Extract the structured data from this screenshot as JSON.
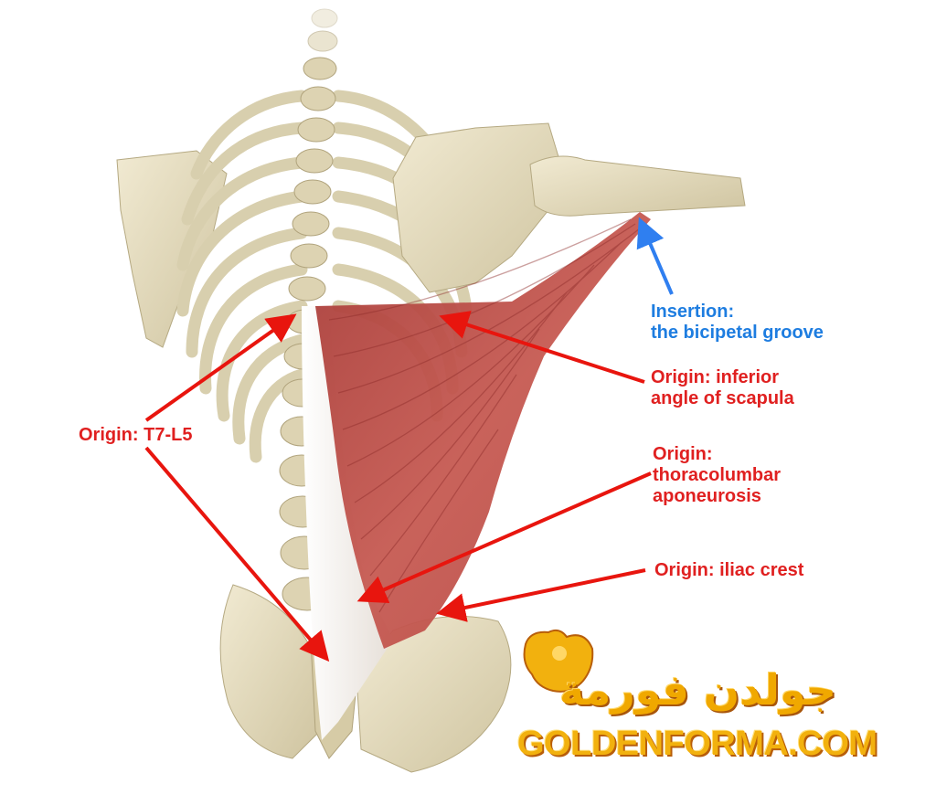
{
  "labels": {
    "insertion_line1": "Insertion:",
    "insertion_line2": "the bicipetal groove",
    "scapula_line1": "Origin: inferior",
    "scapula_line2": "angle of scapula",
    "t7_l5": "Origin: T7-L5",
    "thoraco_line1": "Origin:",
    "thoraco_line2": "thoracolumbar",
    "thoraco_line3": "aponeurosis",
    "iliac": "Origin: iliac crest"
  },
  "logo": {
    "arabic": "جولدن فورمة",
    "english": "GOLDENFORMA.COM"
  },
  "colors": {
    "origin_label": "#e02020",
    "insertion_label": "#1e7de0",
    "muscle": "#c0504a",
    "bone": "#e8e0c4",
    "logo": "#f2b10e"
  }
}
